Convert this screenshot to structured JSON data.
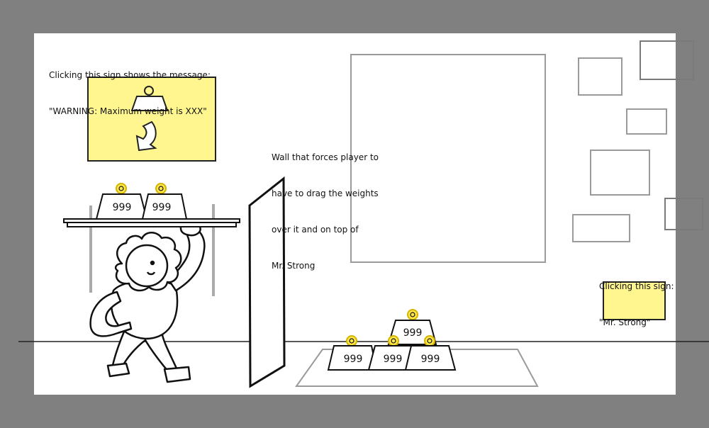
{
  "notes": {
    "warning_sign_line1": "Clicking this sign shows the message:",
    "warning_sign_line2": "\"WARNING: Maximum weight is XXX\"",
    "wall_line1": "Wall that forces player to",
    "wall_line2": "have to drag the weights",
    "wall_line3": "over it and on top of",
    "wall_line4": "Mr. Strong",
    "strong_sign_line1": "Clicking this sign:",
    "strong_sign_line2": "\"Mr. Strong\""
  },
  "weights": {
    "tray_left": "999",
    "tray_right": "999",
    "floor_top": "999",
    "floor_left": "999",
    "floor_middle": "999",
    "floor_right": "999"
  },
  "colors": {
    "background": "#808080",
    "canvas": "#ffffff",
    "sign_yellow": "#fff68f",
    "knob_yellow": "#ffe84a",
    "frame_gray": "#9a9a9a"
  },
  "icons": {
    "warning_sign": [
      "weight-icon",
      "curved-arrow-down-icon"
    ],
    "weight_knob": "weight-handle-icon"
  }
}
